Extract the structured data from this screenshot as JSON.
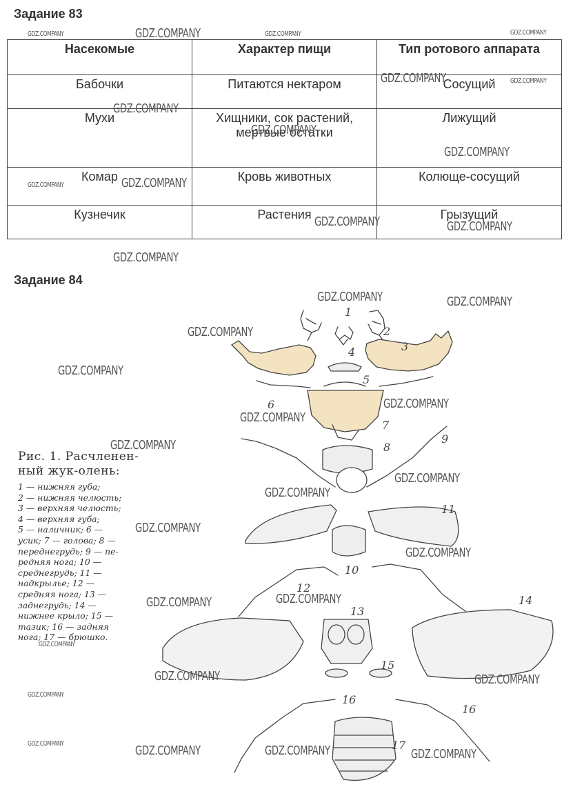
{
  "task83": {
    "title": "Задание 83",
    "headers": [
      "Насекомые",
      "Характер пищи",
      "Тип ротового аппарата"
    ],
    "rows": [
      [
        "Бабочки",
        "Питаются нектаром",
        "Сосущий"
      ],
      [
        "Мухи",
        "Хищники, сок растений,|мертвые остатки",
        "Лижущий"
      ],
      [
        "Комар",
        "Кровь животных",
        "Колюще-сосущий"
      ],
      [
        "Кузнечик",
        "Растения",
        "Грызущий"
      ]
    ]
  },
  "task84": {
    "title": "Задание 84",
    "figure_numbers": [
      "1",
      "2",
      "3",
      "4",
      "5",
      "6",
      "7",
      "8",
      "9",
      "11",
      "10",
      "12",
      "13",
      "14",
      "15",
      "16",
      "16",
      "17"
    ],
    "caption_title": [
      "Рис. 1. Расчленен-",
      "ный жук-олень:"
    ],
    "caption_legend": [
      "1 — нижняя губа;",
      "2 — нижняя челюсть;",
      "3 — верхняя челюсть;",
      "4 — верхняя губа;",
      "5 — наличник; 6 —",
      "усик; 7 — голова; 8 —",
      "переднегрудь; 9 — пе-",
      "редняя нога; 10 —",
      "среднегрудь; 11 —",
      "надкрылье; 12 —",
      "средняя нога; 13 —",
      "заднегрудь; 14 —",
      "нижнее крыло; 15 —",
      "тазик; 16 — задняя",
      "нога; 17 — брюшко."
    ]
  },
  "watermark": "GDZ.COMPANY",
  "colors": {
    "mandible_fill": "#f3e3c0",
    "line": "#444444"
  }
}
